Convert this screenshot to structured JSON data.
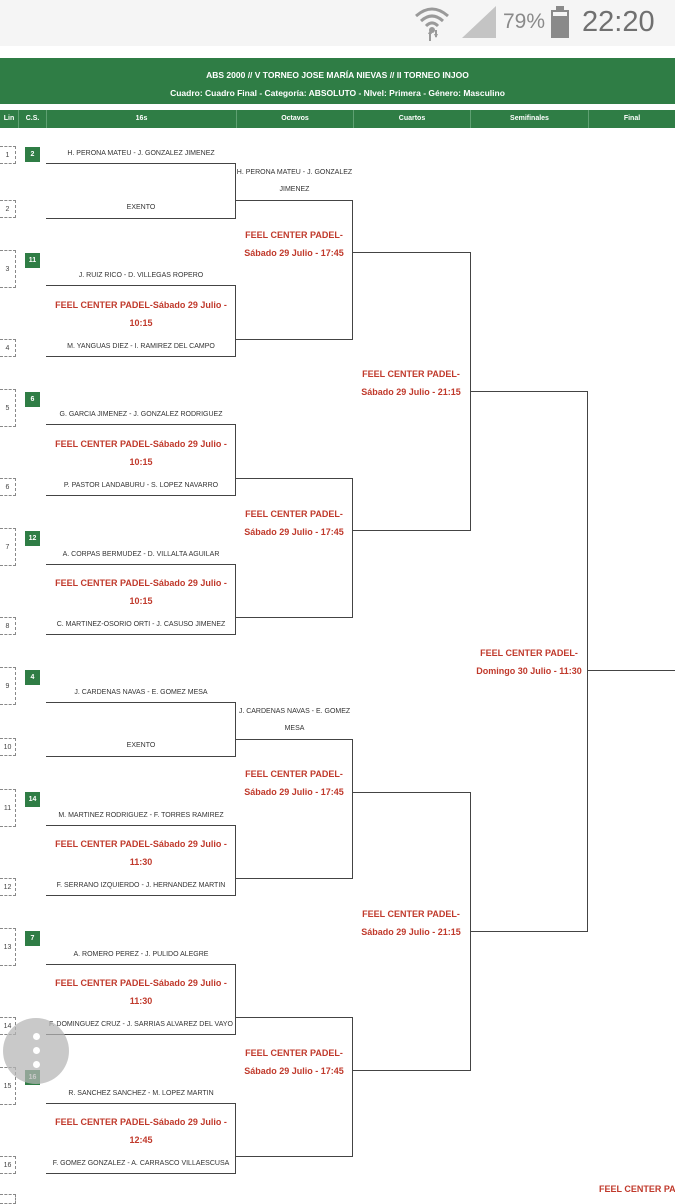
{
  "status": {
    "battery": "79%",
    "time": "22:20"
  },
  "header": {
    "title": "ABS 2000 // V TORNEO JOSE MARÍA NIEVAS // II TORNEO INJOO",
    "subtitle": "Cuadro: Cuadro Final - Categoría: ABSOLUTO - NIvel: Primera - Género: Masculino"
  },
  "columns": {
    "lin": "Lin",
    "cs": "C.S.",
    "r16": "16s",
    "octavos": "Octavos",
    "cuartos": "Cuartos",
    "semis": "Semifinales",
    "final": "Final"
  },
  "lines": [
    "1",
    "2",
    "3",
    "4",
    "5",
    "6",
    "7",
    "8",
    "9",
    "10",
    "11",
    "12",
    "13",
    "14",
    "15",
    "16"
  ],
  "seeds": [
    "2",
    "11",
    "6",
    "12",
    "4",
    "14",
    "7",
    "16"
  ],
  "players": [
    "H. PERONA MATEU - J. GONZALEZ JIMENEZ",
    "EXENTO",
    "J. RUIZ RICO - D. VILLEGAS ROPERO",
    "M. YANGUAS DIEZ - I. RAMIREZ DEL CAMPO",
    "G. GARCIA JIMENEZ - J. GONZALEZ RODRIGUEZ",
    "P. PASTOR LANDABURU - S. LOPEZ NAVARRO",
    "A. CORPAS BERMUDEZ - D. VILLALTA AGUILAR",
    "C. MARTINEZ-OSORIO ORTI - J. CASUSO JIMENEZ",
    "J. CARDENAS NAVAS - E. GOMEZ MESA",
    "EXENTO",
    "M. MARTINEZ RODRIGUEZ - F. TORRES RAMIREZ",
    "F. SERRANO IZQUIERDO - J. HERNANDEZ MARTIN",
    "A. ROMERO PEREZ - J. PULIDO ALEGRE",
    "F. DOMINGUEZ CRUZ - J. SARRIAS ALVAREZ DEL VAYO",
    "R. SANCHEZ SANCHEZ - M. LOPEZ MARTIN",
    "F. GOMEZ GONZALEZ - A. CARRASCO VILLAESCUSA"
  ],
  "r16_matches": [
    {
      "venue": "FEEL CENTER PADEL-Sábado 29 Julio - 10:15"
    },
    {
      "venue": "FEEL CENTER PADEL-Sábado 29 Julio - 10:15"
    },
    {
      "venue": "FEEL CENTER PADEL-Sábado 29 Julio - 10:15"
    },
    {
      "venue": "FEEL CENTER PADEL-Sábado 29 Julio - 11:30"
    },
    {
      "venue": "FEEL CENTER PADEL-Sábado 29 Julio - 11:30"
    },
    {
      "venue": "FEEL CENTER PADEL-Sábado 29 Julio - 12:45"
    }
  ],
  "octavos_winners": [
    "H. PERONA MATEU - J. GONZALEZ JIMENEZ",
    "J. CARDENAS NAVAS - E. GOMEZ MESA"
  ],
  "octavos_matches": [
    {
      "venue": "FEEL CENTER PADEL- Sábado 29 Julio - 17:45"
    },
    {
      "venue": "FEEL CENTER PADEL- Sábado 29 Julio - 17:45"
    },
    {
      "venue": "FEEL CENTER PADEL- Sábado 29 Julio - 17:45"
    },
    {
      "venue": "FEEL CENTER PADEL- Sábado 29 Julio - 17:45"
    }
  ],
  "cuartos_matches": [
    {
      "venue": "FEEL CENTER PADEL- Sábado 29 Julio - 21:15"
    },
    {
      "venue": "FEEL CENTER PADEL- Sábado 29 Julio - 21:15"
    }
  ],
  "semis_match": {
    "venue": "FEEL CENTER PADEL- Domingo 30 Julio - 11:30"
  },
  "final_venue_partial": "FEEL CENTER PADEL"
}
